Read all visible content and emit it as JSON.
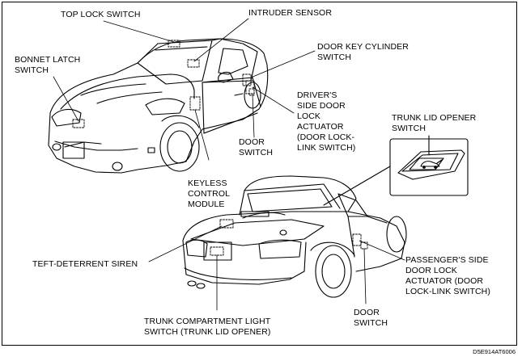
{
  "labels": {
    "top_lock_switch": "TOP LOCK SWITCH",
    "intruder_sensor": "INTRUDER SENSOR",
    "bonnet_latch_switch": "BONNET LATCH\nSWITCH",
    "door_key_cylinder_switch": "DOOR KEY CYLINDER\nSWITCH",
    "drivers_side_door_lock_actuator": "DRIVER'S\nSIDE DOOR\nLOCK\nACTUATOR\n(DOOR LOCK-\nLINK SWITCH)",
    "trunk_lid_opener_switch": "TRUNK LID OPENER\nSWITCH",
    "door_switch_front": "DOOR\nSWITCH",
    "keyless_control_module": "KEYLESS\nCONTROL\nMODULE",
    "theft_deterrent_siren": "TEFT-DETERRENT SIREN",
    "passengers_side_door_lock_actuator": "PASSENGER'S SIDE\nDOOR LOCK\nACTUATOR (DOOR\nLOCK-LINK SWITCH)",
    "door_switch_rear": "DOOR\nSWITCH",
    "trunk_compartment_light_switch": "TRUNK COMPARTMENT LIGHT\nSWITCH (TRUNK LID OPENER)"
  },
  "figure_code": "D5E914AT6006"
}
